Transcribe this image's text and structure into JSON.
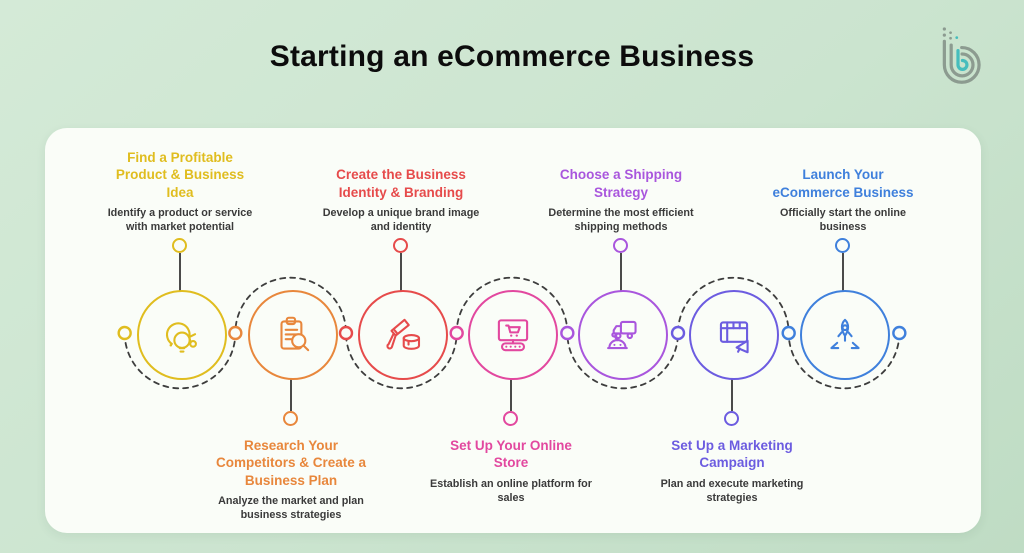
{
  "header": {
    "title": "Starting an eCommerce Business"
  },
  "logo": {
    "name": "brand-logo",
    "accent": "#45bdbd",
    "gray": "#8c9b90"
  },
  "wave": {
    "stroke": "#3d3d3d"
  },
  "steps": [
    {
      "title": "Find a Profitable Product & Business Idea",
      "description": "Identify a product or service with market potential",
      "color": "#e0bd1f",
      "icon": "lightbulb-idea-icon",
      "position": "top"
    },
    {
      "title": "Research Your Competitors & Create a Business Plan",
      "description": "Analyze the market and plan business strategies",
      "color": "#e8873c",
      "icon": "clipboard-research-icon",
      "position": "bottom"
    },
    {
      "title": "Create the Business Identity & Branding",
      "description": "Develop a unique brand image and identity",
      "color": "#e64b4b",
      "icon": "paintbrush-branding-icon",
      "position": "top"
    },
    {
      "title": "Set Up Your Online Store",
      "description": "Establish an online platform for sales",
      "color": "#e2489f",
      "icon": "online-store-icon",
      "position": "bottom"
    },
    {
      "title": "Choose a Shipping Strategy",
      "description": "Determine the most efficient shipping methods",
      "color": "#a956dd",
      "icon": "shipping-truck-icon",
      "position": "top"
    },
    {
      "title": "Set Up a Marketing Campaign",
      "description": "Plan and execute marketing strategies",
      "color": "#6c5ce0",
      "icon": "marketing-megaphone-icon",
      "position": "bottom"
    },
    {
      "title": "Launch Your eCommerce Business",
      "description": "Officially start the online business",
      "color": "#3f80dc",
      "icon": "rocket-launch-icon",
      "position": "top"
    }
  ]
}
